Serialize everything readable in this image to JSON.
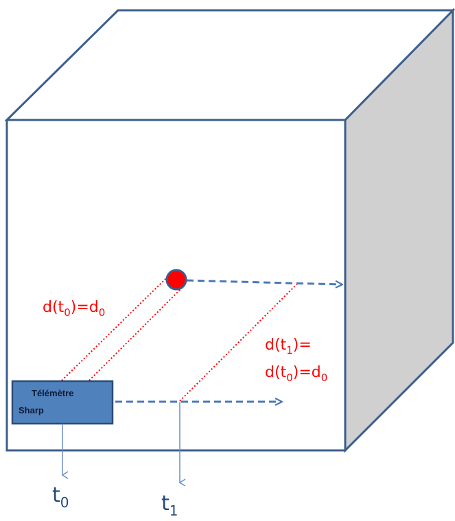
{
  "colors": {
    "cube_edge": "#3b5e8c",
    "cube_side_fill": "#d0d0d0",
    "sensor_fill": "#4f81bd",
    "sensor_border": "#2b4a75",
    "target_fill": "#ff0000",
    "measure_line": "#ff0000",
    "motion_arrow": "#4a78b8",
    "time_arrow": "#6b8ec8",
    "time_label": "#244a7c"
  },
  "sensor": {
    "line1": "Télémètre",
    "line2": "Sharp"
  },
  "labels": {
    "d0": {
      "a": "d(t",
      "b": "0",
      "c": ")=d",
      "d": "0"
    },
    "d1_line1": {
      "a": "d(t",
      "b": "1",
      "c": ")="
    },
    "d1_line2": {
      "a": "d(t",
      "b": "0",
      "c": ")=d",
      "d": "0"
    },
    "t0": {
      "base": "t",
      "sub": "0"
    },
    "t1": {
      "base": "t",
      "sub": "1"
    }
  }
}
